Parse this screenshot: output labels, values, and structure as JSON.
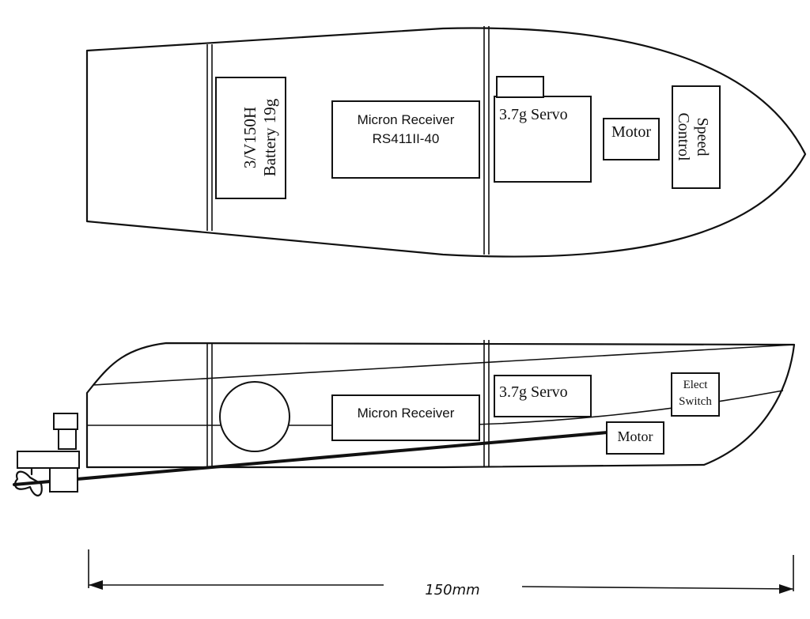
{
  "top_view": {
    "battery": {
      "line1": "3/V150H",
      "line2": "Battery 19g"
    },
    "receiver": {
      "line1": "Micron Receiver",
      "line2": "RS411II-40"
    },
    "servo": "3.7g Servo",
    "motor": "Motor",
    "speed_control": {
      "line1": "Speed",
      "line2": "Control"
    }
  },
  "side_view": {
    "servo": "3.7g Servo",
    "receiver": "Micron Receiver",
    "switch": {
      "line1": "Elect",
      "line2": "Switch"
    },
    "motor": "Motor"
  },
  "dimension": {
    "label": "150mm"
  }
}
